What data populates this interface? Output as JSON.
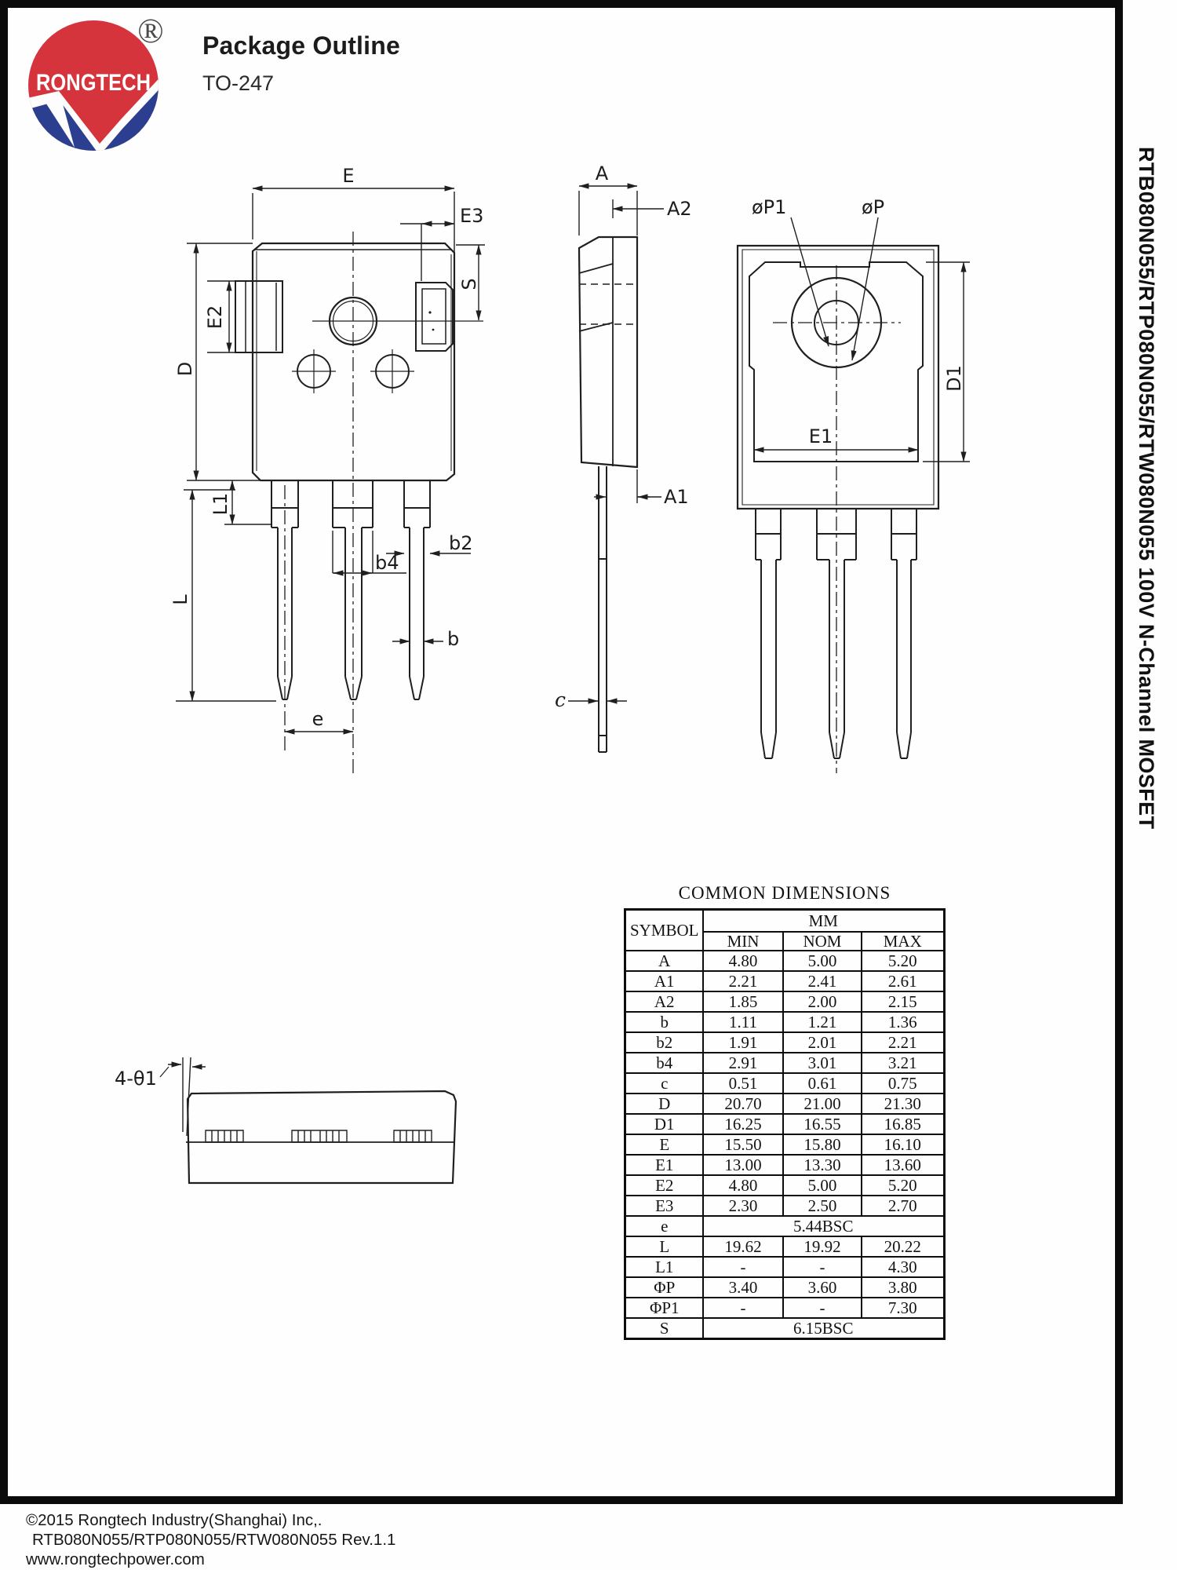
{
  "logo": {
    "text": "RONGTECH",
    "registered_mark": "®",
    "red": "#d5343c",
    "blue": "#2c3e8f"
  },
  "header": {
    "title": "Package Outline",
    "subtitle": "TO-247"
  },
  "side_note": "RTB080N055/RTP080N055/RTW080N055 100V N-Channel MOSFET",
  "drawing": {
    "labels": {
      "E": "E",
      "E3": "E3",
      "S": "S",
      "E2": "E2",
      "D": "D",
      "L1": "L1",
      "L": "L",
      "b2": "b2",
      "b4": "b4",
      "b": "b",
      "e": "e",
      "A": "A",
      "A2": "A2",
      "A1": "A1",
      "c": "c",
      "phi_p1": "øP1",
      "phi_p": "øP",
      "D1": "D1",
      "E1": "E1",
      "theta": "4-θ1"
    }
  },
  "table": {
    "title": "COMMON DIMENSIONS",
    "col_symbol": "SYMBOL",
    "col_unit": "MM",
    "col_min": "MIN",
    "col_nom": "NOM",
    "col_max": "MAX",
    "rows": [
      {
        "symbol": "A",
        "min": "4.80",
        "nom": "5.00",
        "max": "5.20"
      },
      {
        "symbol": "A1",
        "min": "2.21",
        "nom": "2.41",
        "max": "2.61"
      },
      {
        "symbol": "A2",
        "min": "1.85",
        "nom": "2.00",
        "max": "2.15"
      },
      {
        "symbol": "b",
        "min": "1.11",
        "nom": "1.21",
        "max": "1.36"
      },
      {
        "symbol": "b2",
        "min": "1.91",
        "nom": "2.01",
        "max": "2.21"
      },
      {
        "symbol": "b4",
        "min": "2.91",
        "nom": "3.01",
        "max": "3.21"
      },
      {
        "symbol": "c",
        "min": "0.51",
        "nom": "0.61",
        "max": "0.75"
      },
      {
        "symbol": "D",
        "min": "20.70",
        "nom": "21.00",
        "max": "21.30"
      },
      {
        "symbol": "D1",
        "min": "16.25",
        "nom": "16.55",
        "max": "16.85"
      },
      {
        "symbol": "E",
        "min": "15.50",
        "nom": "15.80",
        "max": "16.10"
      },
      {
        "symbol": "E1",
        "min": "13.00",
        "nom": "13.30",
        "max": "13.60"
      },
      {
        "symbol": "E2",
        "min": "4.80",
        "nom": "5.00",
        "max": "5.20"
      },
      {
        "symbol": "E3",
        "min": "2.30",
        "nom": "2.50",
        "max": "2.70"
      },
      {
        "symbol": "e",
        "span": "5.44BSC"
      },
      {
        "symbol": "L",
        "min": "19.62",
        "nom": "19.92",
        "max": "20.22"
      },
      {
        "symbol": "L1",
        "min": "-",
        "nom": "-",
        "max": "4.30"
      },
      {
        "symbol": "ΦP",
        "min": "3.40",
        "nom": "3.60",
        "max": "3.80"
      },
      {
        "symbol": "ΦP1",
        "min": "-",
        "nom": "-",
        "max": "7.30"
      },
      {
        "symbol": "S",
        "span": "6.15BSC"
      }
    ]
  },
  "footer": {
    "line1": "©2015 Rongtech Industry(Shanghai)  Inc,.",
    "line2": "RTB080N055/RTP080N055/RTW080N055  Rev.1.1",
    "line3": "www.rongtechpower.com"
  }
}
